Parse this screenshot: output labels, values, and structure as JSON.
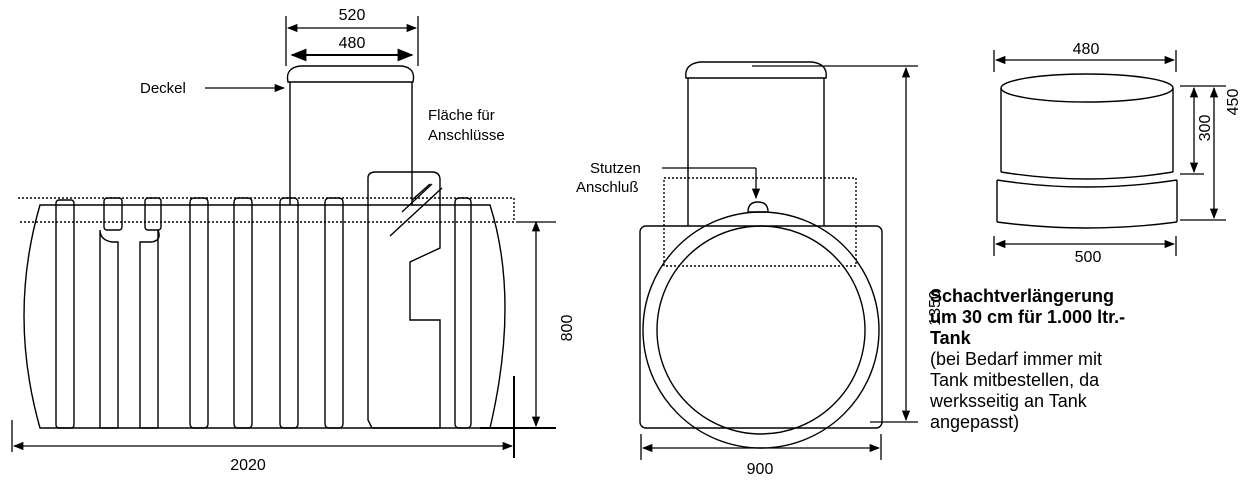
{
  "side_view": {
    "label_deckel": "Deckel",
    "label_flaeche_1": "Fläche für",
    "label_flaeche_2": "Anschlüsse",
    "dim_top_outer": "520",
    "dim_top_inner": "480",
    "dim_height": "800",
    "dim_length": "2020"
  },
  "front_view": {
    "label_stutzen": "Stutzen",
    "label_anschluss": "Anschluß",
    "dim_height": "1350",
    "dim_width": "900"
  },
  "extension_view": {
    "dim_top": "480",
    "dim_bottom": "500",
    "dim_inner_height": "300",
    "dim_outer_height": "450"
  },
  "caption": {
    "title_line1": "Schachtverlängerung",
    "title_line2": "um 30 cm für 1.000 ltr.-",
    "title_line3": "Tank",
    "body_line1": "(bei Bedarf immer mit",
    "body_line2": "Tank mitbestellen, da",
    "body_line3": "werksseitig an Tank",
    "body_line4": "angepasst)"
  }
}
